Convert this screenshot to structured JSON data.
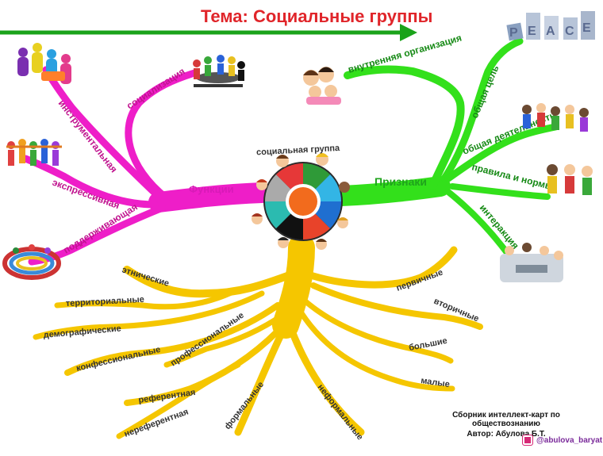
{
  "title": "Тема: Социальные группы",
  "center_label": "социальная группа",
  "colors": {
    "arrow": "#1aa31a",
    "title": "#e0252a",
    "functions": "#ee1ec8",
    "signs": "#33e01b",
    "types": "#f5c600"
  },
  "functions": {
    "label": "Функции",
    "items": [
      "социализация",
      "инструментальная",
      "экспрессивная",
      "поддерживающая"
    ]
  },
  "signs": {
    "label": "Признаки",
    "items": [
      "внутренняя организация",
      "общая цель",
      "общая деятельность",
      "правила и нормы",
      "интеракция"
    ]
  },
  "types": {
    "left": [
      "этнические",
      "территориальные",
      "демографические",
      "конфессиональные",
      "профессиональные",
      "референтная",
      "нереферентная",
      "формальные",
      "неформальные"
    ],
    "right": [
      "первичные",
      "вторичные",
      "большие",
      "малые"
    ]
  },
  "credits": {
    "line1": "Сборник интеллект-карт по обществознанию",
    "line2": "Автор: Абулова Б.Т.",
    "handle": "@abulova_baryat"
  },
  "pictures": [
    "people-icons",
    "meeting-icons",
    "team-hands-icons",
    "circle-people-icons",
    "family-icons",
    "peace-letters-icons",
    "group-activity-icons",
    "kids-icons",
    "interaction-icons"
  ]
}
